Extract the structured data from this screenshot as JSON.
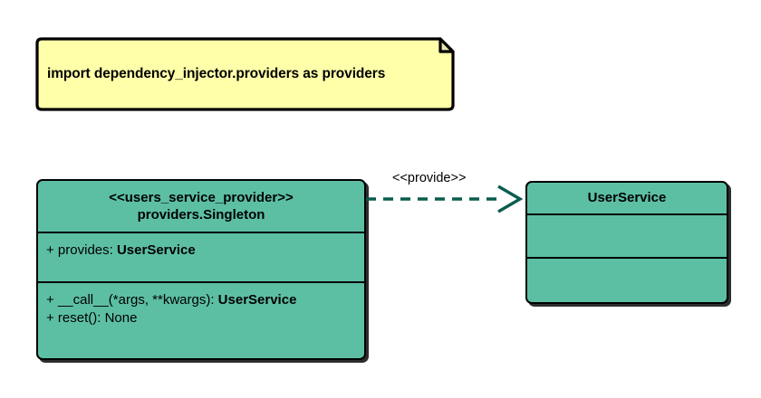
{
  "diagram": {
    "type": "uml-class-diagram",
    "background_color": "#ffffff",
    "class_fill_color": "#5cbfa4",
    "note_fill_color": "#ffffaa",
    "edge_color": "#0a5d4e",
    "border_color": "#000000"
  },
  "note": {
    "name": "import-note",
    "text": "import dependency_injector.providers as providers"
  },
  "classes": [
    {
      "id": "users-service-provider",
      "stereotype": "<<users_service_provider>>",
      "name": "providers.Singleton",
      "attributes": [
        {
          "visibility": "+",
          "text": "+ provides: ",
          "type": "UserService"
        }
      ],
      "operations": [
        {
          "visibility": "+",
          "text": "+ __call__(*args, **kwargs): ",
          "type": "UserService"
        },
        {
          "visibility": "+",
          "text": "+ reset(): None",
          "type": ""
        }
      ]
    },
    {
      "id": "user-service",
      "stereotype": "",
      "name": "UserService",
      "attributes": [],
      "operations": []
    }
  ],
  "edges": [
    {
      "id": "provide-edge",
      "label": "<<provide>>",
      "style": "dashed",
      "arrowhead": "open",
      "from": "users-service-provider",
      "to": "user-service"
    }
  ]
}
